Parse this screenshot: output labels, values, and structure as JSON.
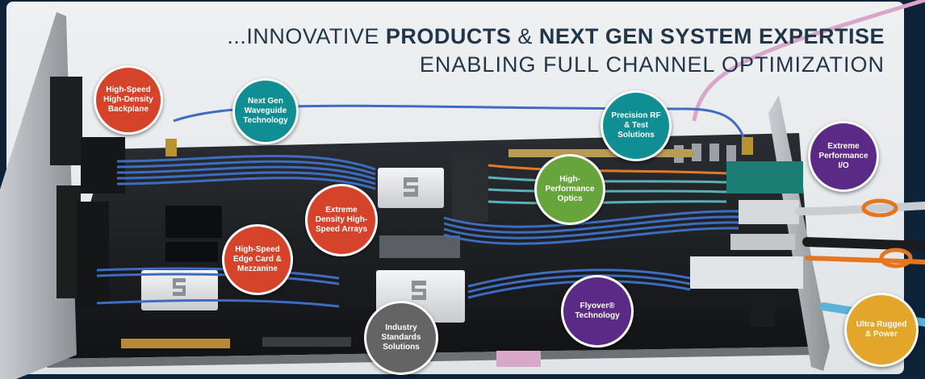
{
  "headline": {
    "prefix": "...INNOVATIVE ",
    "bold1": "PRODUCTS",
    "amp": " & ",
    "bold2": "NEXT GEN SYSTEM EXPERTISE",
    "line2": "ENABLING FULL CHANNEL OPTIMIZATION"
  },
  "bubbles": {
    "backplane": "High-Speed High-Density Backplane",
    "waveguide": "Next Gen Waveguide Technology",
    "precision_rf": "Precision RF & Test Solutions",
    "extreme_io": "Extreme Performance I/O",
    "optics": "High-Performance Optics",
    "arrays": "Extreme Density High-Speed Arrays",
    "edge_card": "High-Speed Edge Card & Mezzanine",
    "flyover": "Flyover® Technology",
    "standards": "Industry Standards Solutions",
    "rugged": "Ultra Rugged & Power"
  },
  "colors": {
    "red": "#d5432a",
    "teal": "#0f8f93",
    "green": "#67a53c",
    "purple": "#5a2a86",
    "gray": "#646464",
    "gold": "#e3a52a",
    "cable_blue": "#3d6cc0",
    "background": "#0f2338"
  },
  "icons": {
    "chip_logo": "samtec-s-logo-icon"
  }
}
